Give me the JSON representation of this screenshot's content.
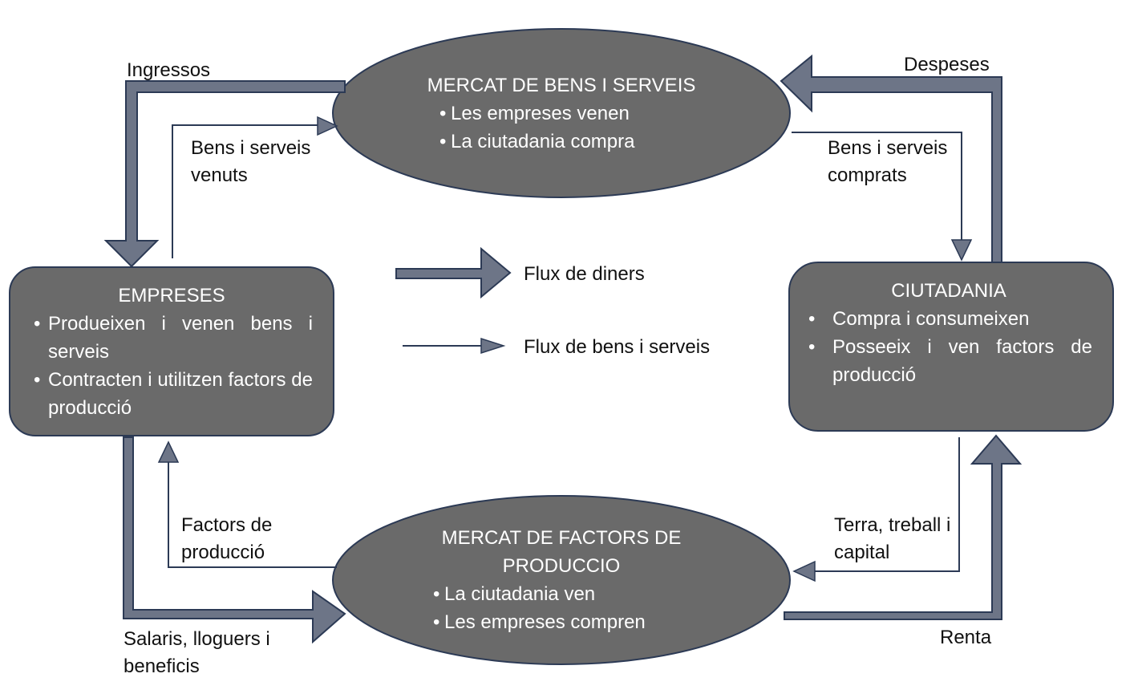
{
  "colors": {
    "node_fill": "#6a6a6a",
    "node_stroke": "#2c3a55",
    "arrow_fill": "#6d7587",
    "text_on_node": "#ffffff"
  },
  "nodes": {
    "goods_market": {
      "title": "MERCAT DE BENS I SERVEIS",
      "bullets": [
        "Les empreses venen",
        "La ciutadania compra"
      ]
    },
    "firms": {
      "title": "EMPRESES",
      "bullets": [
        "Produeixen i venen bens i serveis",
        "Contracten i utilitzen factors de producció"
      ]
    },
    "households": {
      "title": "CIUTADANIA",
      "bullets": [
        "Compra i consumeixen",
        "Posseeix i ven factors de producció"
      ]
    },
    "factor_market": {
      "title": "MERCAT DE FACTORS DE PRODUCCIO",
      "bullets": [
        "La ciutadania ven",
        "Les empreses compren"
      ]
    }
  },
  "flow_labels": {
    "revenue": "Ingressos",
    "goods_sold": "Bens i serveis venuts",
    "spending": "Despeses",
    "goods_bought": "Bens i serveis comprats",
    "factors": "Factors de producció",
    "land_labor_capital": "Terra, treball i capital",
    "wages": "Salaris, lloguers i beneficis",
    "income": "Renta"
  },
  "legend": {
    "money_flow": "Flux de diners",
    "goods_flow": "Flux de bens i serveis"
  }
}
